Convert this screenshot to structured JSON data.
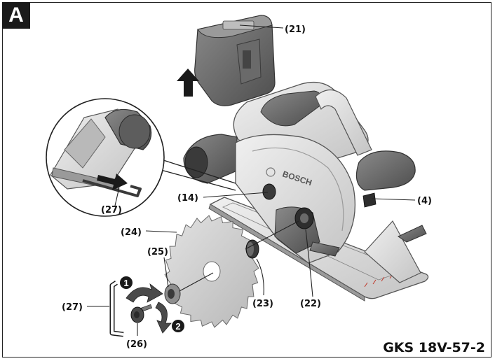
{
  "figure": {
    "label": "A",
    "model": "GKS 18V-57-2"
  },
  "callouts": {
    "c21": "(21)",
    "c4": "(4)",
    "c14": "(14)",
    "c27_inset": "(27)",
    "c24": "(24)",
    "c25": "(25)",
    "c23": "(23)",
    "c22": "(22)",
    "c27": "(27)",
    "c26": "(26)"
  },
  "steps": {
    "step1": "1",
    "step2": "2"
  },
  "saw_brand": "BOSCH",
  "colors": {
    "body_light": "#e6e6e6",
    "body_mid": "#c9c9c9",
    "body_dark": "#7a7a7a",
    "rubber": "#5a5a5a",
    "ink": "#1a1a1a"
  }
}
